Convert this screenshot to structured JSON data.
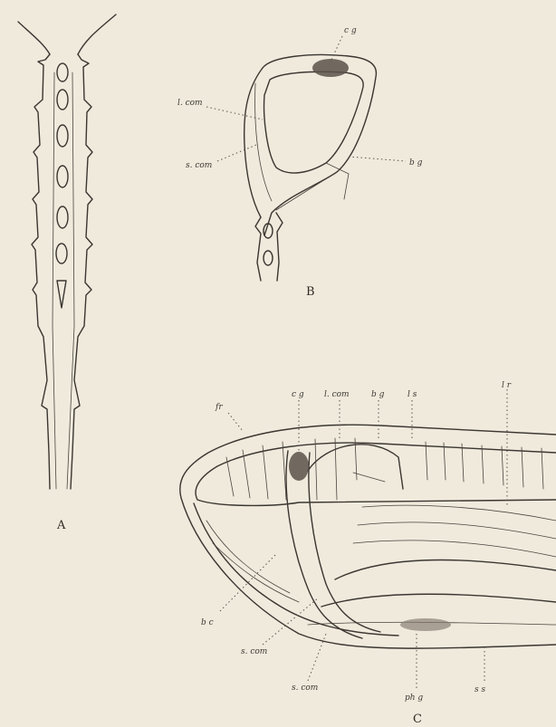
{
  "figures": {
    "A": {
      "label": "A"
    },
    "B": {
      "label": "B",
      "annotations": {
        "cg": "c g",
        "lcom": "l. com",
        "scom": "s. com",
        "bg": "b g"
      }
    },
    "C": {
      "label": "C",
      "annotations": {
        "fr": "fr",
        "cg": "c g",
        "lcom": "l. com",
        "bg": "b g",
        "ls": "l s",
        "lr": "l r",
        "bc": "b c",
        "scom1": "s. com",
        "scom2": "s. com",
        "phg": "ph g",
        "ss": "s s"
      }
    }
  }
}
